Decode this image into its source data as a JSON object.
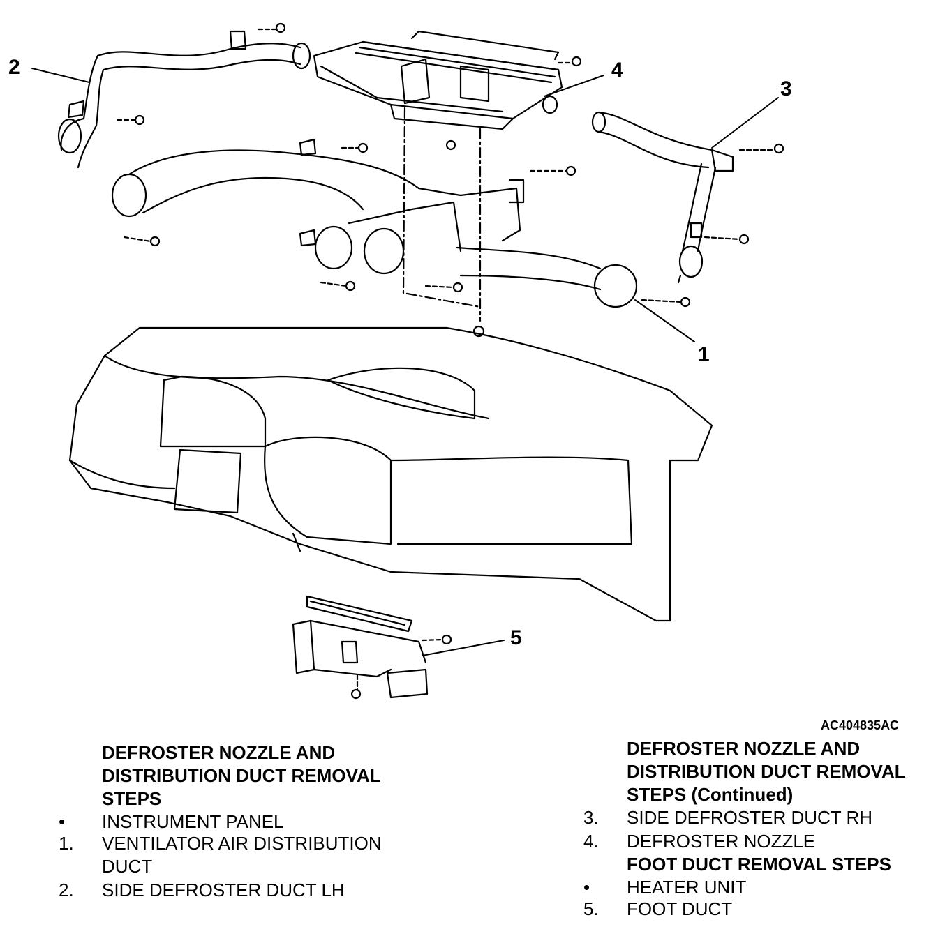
{
  "callouts": {
    "c1": "1",
    "c2": "2",
    "c3": "3",
    "c4": "4",
    "c5": "5"
  },
  "figure_code": "AC404835AC",
  "left_column": {
    "heading_line1": "DEFROSTER NOZZLE AND",
    "heading_line2": "DISTRIBUTION DUCT REMOVAL",
    "heading_line3": "STEPS",
    "items": [
      {
        "num": "•",
        "text": "INSTRUMENT PANEL"
      },
      {
        "num": "1.",
        "text": "VENTILATOR AIR DISTRIBUTION"
      },
      {
        "num": "",
        "text": "DUCT"
      },
      {
        "num": "2.",
        "text": "SIDE DEFROSTER DUCT LH"
      }
    ]
  },
  "right_column": {
    "heading_line1": "DEFROSTER NOZZLE AND",
    "heading_line2": "DISTRIBUTION DUCT REMOVAL",
    "heading_line3": "STEPS (Continued)",
    "items": [
      {
        "num": "3.",
        "text": "SIDE DEFROSTER DUCT RH"
      },
      {
        "num": "4.",
        "text": "DEFROSTER NOZZLE"
      }
    ],
    "subheading": "FOOT DUCT REMOVAL STEPS",
    "items2": [
      {
        "num": "•",
        "text": "HEATER UNIT"
      },
      {
        "num": "5.",
        "text": "FOOT DUCT"
      }
    ]
  }
}
